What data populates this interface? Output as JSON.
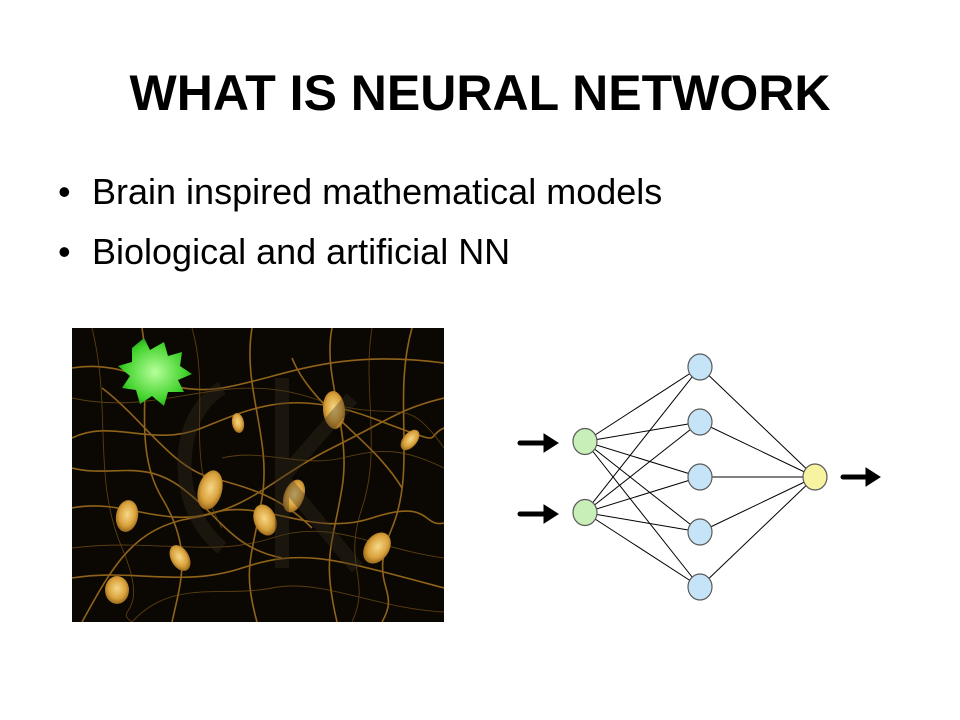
{
  "slide": {
    "title": "WHAT IS NEURAL NETWORK",
    "bullets": [
      {
        "marker": "•",
        "text": "Brain inspired mathematical models"
      },
      {
        "marker": "•",
        "text": "Biological and artificial NN"
      }
    ]
  },
  "images": {
    "neuron_photo": {
      "icon": "neuron-micrograph"
    },
    "nn_diagram": {
      "layers": [
        2,
        5,
        1
      ],
      "colors": {
        "input": "#c9efb9",
        "hidden": "#c6e4f7",
        "output": "#f7f3a0",
        "edge": "#000000"
      }
    }
  }
}
